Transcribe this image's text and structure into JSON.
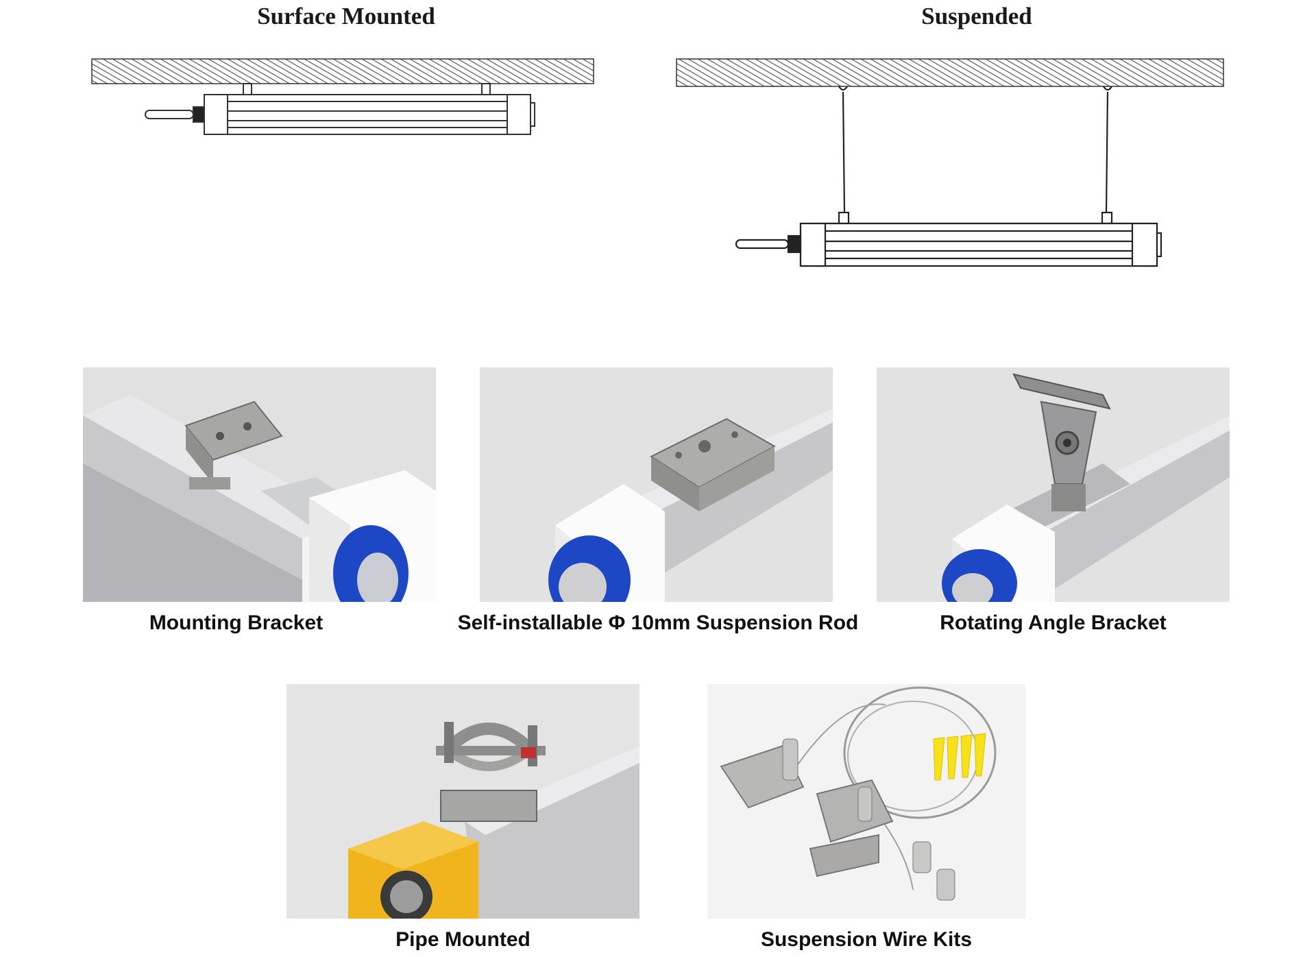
{
  "diagrams": {
    "surface_title": "Surface Mounted",
    "suspended_title": "Suspended"
  },
  "photos": [
    {
      "caption": "Mounting Bracket",
      "endcap_color": "#ffffff"
    },
    {
      "caption": "Self-installable   Φ 10mm Suspension Rod",
      "endcap_color": "#ffffff"
    },
    {
      "caption": "Rotating Angle Bracket",
      "endcap_color": "#ffffff"
    },
    {
      "caption": "Pipe Mounted",
      "endcap_color": "#f0b51c"
    },
    {
      "caption": "Suspension Wire Kits",
      "endcap_color": ""
    }
  ],
  "colors": {
    "gland_blue": "#1d47c4",
    "clip_yellow": "#f7e11a"
  }
}
